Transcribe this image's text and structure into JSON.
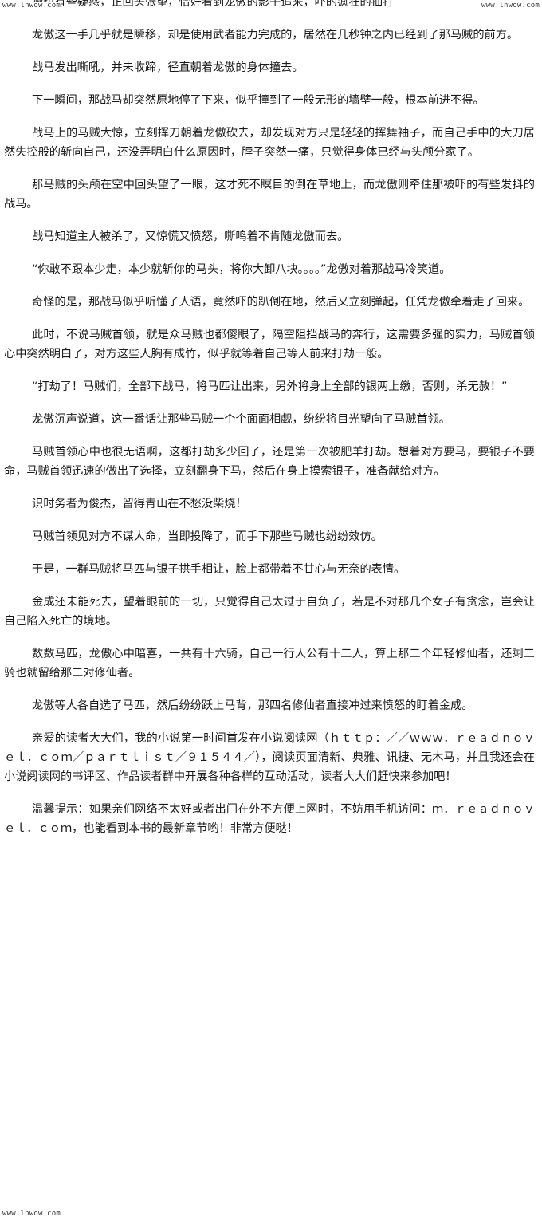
{
  "watermarks": {
    "top_left": "www.lnwow.com",
    "top_right": "www.lnwow.com",
    "bottom_left": "www.lnwow.com"
  },
  "paragraphs": [
    "贼也有些疑惑，正回头张望，恰好看到龙傲的影子追来，吓的疯狂的抽打",
    "龙傲这一手几乎就是瞬移，却是使用武者能力完成的，居然在几秒钟之内已经到了那马贼的前方。",
    "战马发出嘶吼，并未收蹄，径直朝着龙傲的身体撞去。",
    "下一瞬间，那战马却突然原地停了下来，似乎撞到了一般无形的墙壁一般，根本前进不得。",
    "战马上的马贼大惊，立刻挥刀朝着龙傲砍去，却发现对方只是轻轻的挥舞袖子，而自己手中的大刀居然失控般的斩向自己，还没弄明白什么原因时，脖子突然一痛，只觉得身体已经与头颅分家了。",
    "那马贼的头颅在空中回头望了一眼，这才死不瞑目的倒在草地上，而龙傲则牵住那被吓的有些发抖的战马。",
    "战马知道主人被杀了，又惊慌又愤怒，嘶鸣着不肯随龙傲而去。",
    "“你敢不跟本少走，本少就斩你的马头，将你大卸八块。。。。”龙傲对着那战马冷笑道。",
    "奇怪的是，那战马似乎听懂了人语，竟然吓的趴倒在地，然后又立刻弹起，任凭龙傲牵着走了回来。",
    "此时，不说马贼首领，就是众马贼也都傻眼了，隔空阻挡战马的奔行，这需要多强的实力，马贼首领心中突然明白了，对方这些人胸有成竹，似乎就等着自己等人前来打劫一般。",
    "“打劫了！马贼们，全部下战马，将马匹让出来，另外将身上全部的银两上缴，否则，杀无赦！”",
    "龙傲沉声说道，这一番话让那些马贼一个个面面相觑，纷纷将目光望向了马贼首领。",
    "马贼首领心中也很无语啊，这都打劫多少回了，还是第一次被肥羊打劫。想着对方要马，要银子不要命，马贼首领迅速的做出了选择，立刻翻身下马，然后在身上摸索银子，准备献给对方。",
    "识时务者为俊杰，留得青山在不愁没柴烧！",
    "马贼首领见对方不谋人命，当即投降了，而手下那些马贼也纷纷效仿。",
    "于是，一群马贼将马匹与银子拱手相让，脸上都带着不甘心与无奈的表情。",
    "金成还未能死去，望着眼前的一切，只觉得自己太过于自负了，若是不对那几个女子有贪念，岂会让自己陷入死亡的境地。",
    "数数马匹，龙傲心中暗喜，一共有十六骑，自己一行人公有十二人，算上那二个年轻修仙者，还剩二骑也就留给那二对修仙者。",
    "龙傲等人各自选了马匹，然后纷纷跃上马背，那四名修仙者直接冲过来愤怒的盯着金成。",
    "亲爱的读者大大们，我的小说第一时间首发在小说阅读网（ｈｔｔｐ：／／ｗｗｗ．ｒｅａｄｎｏｖｅｌ．ｃｏｍ／ｐａｒｔｌｉｓｔ／９１５４４／），阅读页面清新、典雅、讯捷、无木马，并且我还会在小说阅读网的书评区、作品读者群中开展各种各样的互动活动，读者大大们赶快来参加吧！",
    "温馨提示：如果亲们网络不太好或者出门在外不方便上网时，不妨用手机访问：ｍ．ｒｅａｄｎｏｖｅｌ．ｃｏｍ，也能看到本书的最新章节哟！非常方便哒！"
  ]
}
